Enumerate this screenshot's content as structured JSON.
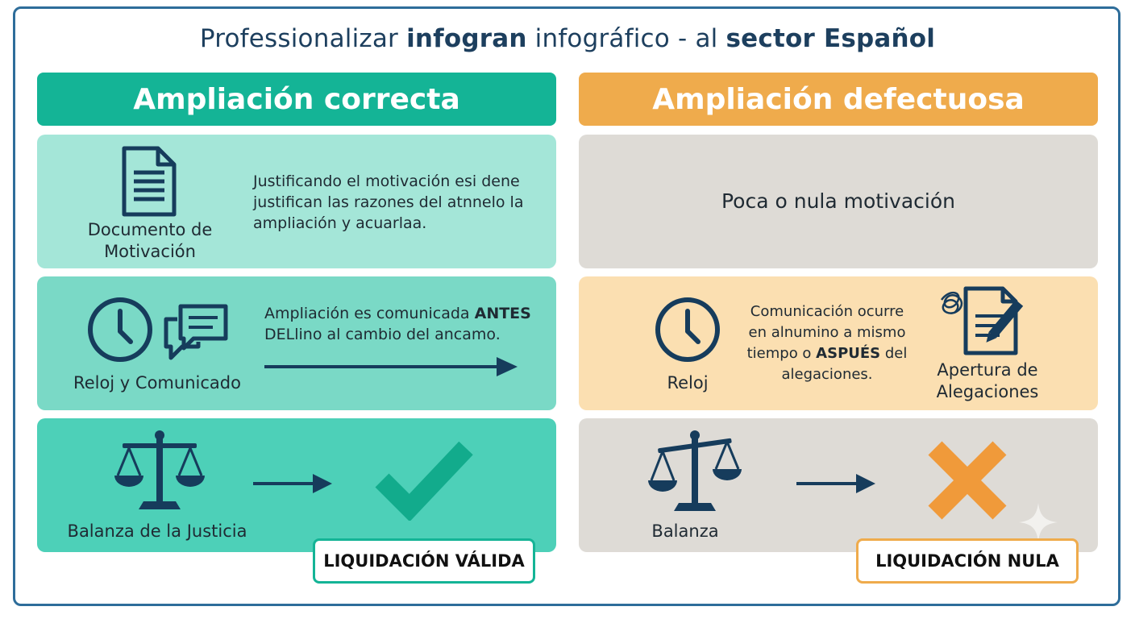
{
  "title": {
    "p1": "Professionalizar ",
    "p2": "infogran",
    "p3": " infográfico - al ",
    "p4": "sector Español"
  },
  "correct": {
    "header": "Ampliación correcta",
    "doc": {
      "label_line1": "Documento de",
      "label_line2": "Motivación",
      "text_line1": "Justificando el motivación esi dene",
      "text_line2": "justifican las razones del atnnelo la",
      "text_line3": "ampliación y acuarlaa."
    },
    "clock": {
      "label": "Reloj y Comunicado",
      "text_line1_a": "Ampliación es comunicada ",
      "text_line1_b": "ANTES",
      "text_line2": "DELlino al cambio del ancamo."
    },
    "balance": {
      "label": "Balanza de la Justicia"
    },
    "result": "LIQUIDACIÓN VÁLIDA"
  },
  "defective": {
    "header": "Ampliación defectuosa",
    "doc": {
      "text": "Poca o nula motivación"
    },
    "clock": {
      "label": "Reloj",
      "text_line1": "Comunicación ocurre",
      "text_line2": "en alnumino a mismo",
      "text_line3_a": "tiempo o ",
      "text_line3_b": "ASPUÉS",
      "text_line3_c": " del",
      "text_line4": "alegaciones.",
      "doc_label_line1": "Apertura de",
      "doc_label_line2": "Alegaciones"
    },
    "balance": {
      "label": "Balanza"
    },
    "result": "LIQUIDACIÓN NULA"
  },
  "colors": {
    "teal_header": "#14b496",
    "teal_light": "#a4e6d8",
    "teal_mid": "#7ad9c6",
    "teal_dark": "#4dd0b8",
    "orange_header": "#efab4c",
    "beige": "#dedbd6",
    "peach": "#fbdfb1",
    "navy": "#163c5c",
    "check_green": "#12ab8c",
    "cross_orange": "#f09a3a"
  }
}
